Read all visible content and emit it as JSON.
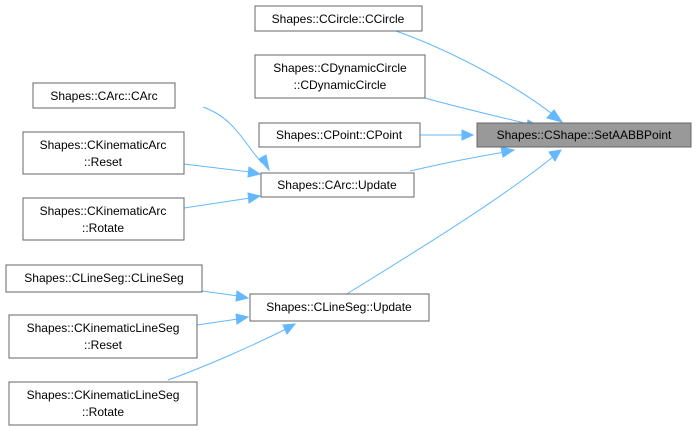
{
  "diagram": {
    "type": "caller-graph",
    "colors": {
      "edge": "#63b8ff",
      "node_border": "#666666",
      "focus_fill": "#999999",
      "node_fill": "#ffffff"
    },
    "nodes": {
      "setaabbpoint": {
        "lines": [
          "Shapes::CShape::SetAABBPoint"
        ],
        "focus": true
      },
      "ccircle": {
        "lines": [
          "Shapes::CCircle::CCircle"
        ]
      },
      "cdynamiccircle": {
        "lines": [
          "Shapes::CDynamicCircle",
          "::CDynamicCircle"
        ]
      },
      "cpoint": {
        "lines": [
          "Shapes::CPoint::CPoint"
        ]
      },
      "carc_update": {
        "lines": [
          "Shapes::CArc::Update"
        ]
      },
      "clineseg_update": {
        "lines": [
          "Shapes::CLineSeg::Update"
        ]
      },
      "carc_ctor": {
        "lines": [
          "Shapes::CArc::CArc"
        ]
      },
      "ckinematicarc_reset": {
        "lines": [
          "Shapes::CKinematicArc",
          "::Reset"
        ]
      },
      "ckinematicarc_rotate": {
        "lines": [
          "Shapes::CKinematicArc",
          "::Rotate"
        ]
      },
      "clineseg_ctor": {
        "lines": [
          "Shapes::CLineSeg::CLineSeg"
        ]
      },
      "ckinematiclineseg_reset": {
        "lines": [
          "Shapes::CKinematicLineSeg",
          "::Reset"
        ]
      },
      "ckinematiclineseg_rotate": {
        "lines": [
          "Shapes::CKinematicLineSeg",
          "::Rotate"
        ]
      }
    },
    "edges": [
      {
        "from": "ccircle",
        "to": "setaabbpoint"
      },
      {
        "from": "cdynamiccircle",
        "to": "setaabbpoint"
      },
      {
        "from": "cpoint",
        "to": "setaabbpoint"
      },
      {
        "from": "carc_update",
        "to": "setaabbpoint"
      },
      {
        "from": "clineseg_update",
        "to": "setaabbpoint"
      },
      {
        "from": "carc_ctor",
        "to": "carc_update"
      },
      {
        "from": "ckinematicarc_reset",
        "to": "carc_update"
      },
      {
        "from": "ckinematicarc_rotate",
        "to": "carc_update"
      },
      {
        "from": "clineseg_ctor",
        "to": "clineseg_update"
      },
      {
        "from": "ckinematiclineseg_reset",
        "to": "clineseg_update"
      },
      {
        "from": "ckinematiclineseg_rotate",
        "to": "clineseg_update"
      }
    ]
  }
}
